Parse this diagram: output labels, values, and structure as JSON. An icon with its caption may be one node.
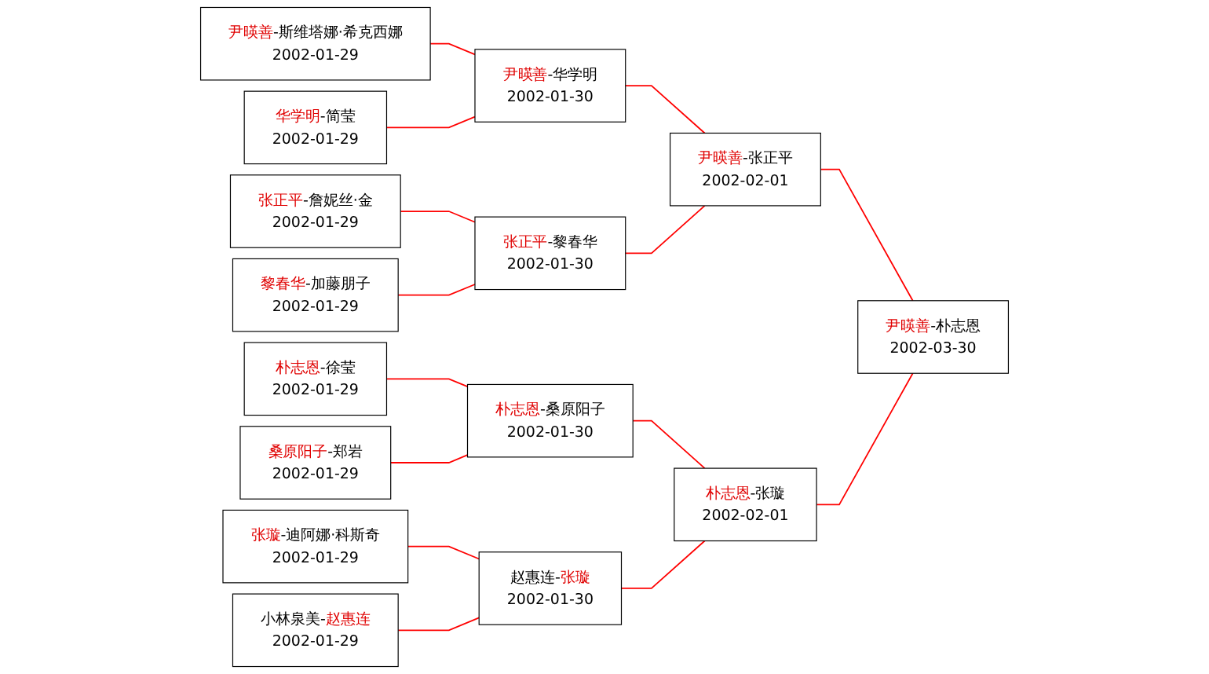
{
  "diagram": {
    "nodes": [
      {
        "text": [
          "*尹暎善*-斯维塔娜·希克西娜",
          "2002-01-29"
        ]
      },
      {
        "text": [
          "*华学明*-简莹",
          "2002-01-29"
        ]
      },
      {
        "text": [
          "*张正平*-詹妮丝·金",
          "2002-01-29"
        ]
      },
      {
        "text": [
          "*黎春华*-加藤朋子",
          "2002-01-29"
        ]
      },
      {
        "text": [
          "*朴志恩*-徐莹",
          "2002-01-29"
        ]
      },
      {
        "text": [
          "*桑原阳子*-郑岩",
          "2002-01-29"
        ]
      },
      {
        "text": [
          "*张璇*-迪阿娜·科斯奇",
          "2002-01-29"
        ]
      },
      {
        "text": [
          "小林泉美-*赵惠连*",
          "2002-01-29"
        ]
      },
      {
        "text": [
          "*尹暎善*-华学明",
          "2002-01-30"
        ]
      },
      {
        "text": [
          "*张正平*-黎春华",
          "2002-01-30"
        ]
      },
      {
        "text": [
          "*朴志恩*-桑原阳子",
          "2002-01-30"
        ]
      },
      {
        "text": [
          "赵惠连-*张璇*",
          "2002-01-30"
        ]
      },
      {
        "text": [
          "*尹暎善*-张正平",
          "2002-02-01"
        ]
      },
      {
        "text": [
          "*朴志恩*-张璇",
          "2002-02-01"
        ]
      },
      {
        "text": [
          "*尹暎善*-朴志恩",
          "2002-03-30"
        ]
      }
    ],
    "edges": [
      {
        "from": 0,
        "to": 8,
        "arrow": "none"
      },
      {
        "from": 1,
        "to": 8,
        "arrow": "none"
      },
      {
        "from": 2,
        "to": 9,
        "arrow": "none"
      },
      {
        "from": 3,
        "to": 9,
        "arrow": "none"
      },
      {
        "from": 4,
        "to": 10,
        "arrow": "none"
      },
      {
        "from": 5,
        "to": 10,
        "arrow": "none"
      },
      {
        "from": 6,
        "to": 11,
        "arrow": "none"
      },
      {
        "from": 7,
        "to": 11,
        "arrow": "none"
      },
      {
        "from": 8,
        "to": 12,
        "arrow": "none"
      },
      {
        "from": 9,
        "to": 12,
        "arrow": "none"
      },
      {
        "from": 10,
        "to": 13,
        "arrow": "none"
      },
      {
        "from": 11,
        "to": 13,
        "arrow": "none"
      },
      {
        "from": 12,
        "to": 14,
        "arrow": "none"
      },
      {
        "from": 13,
        "to": 14,
        "arrow": "none"
      }
    ]
  }
}
